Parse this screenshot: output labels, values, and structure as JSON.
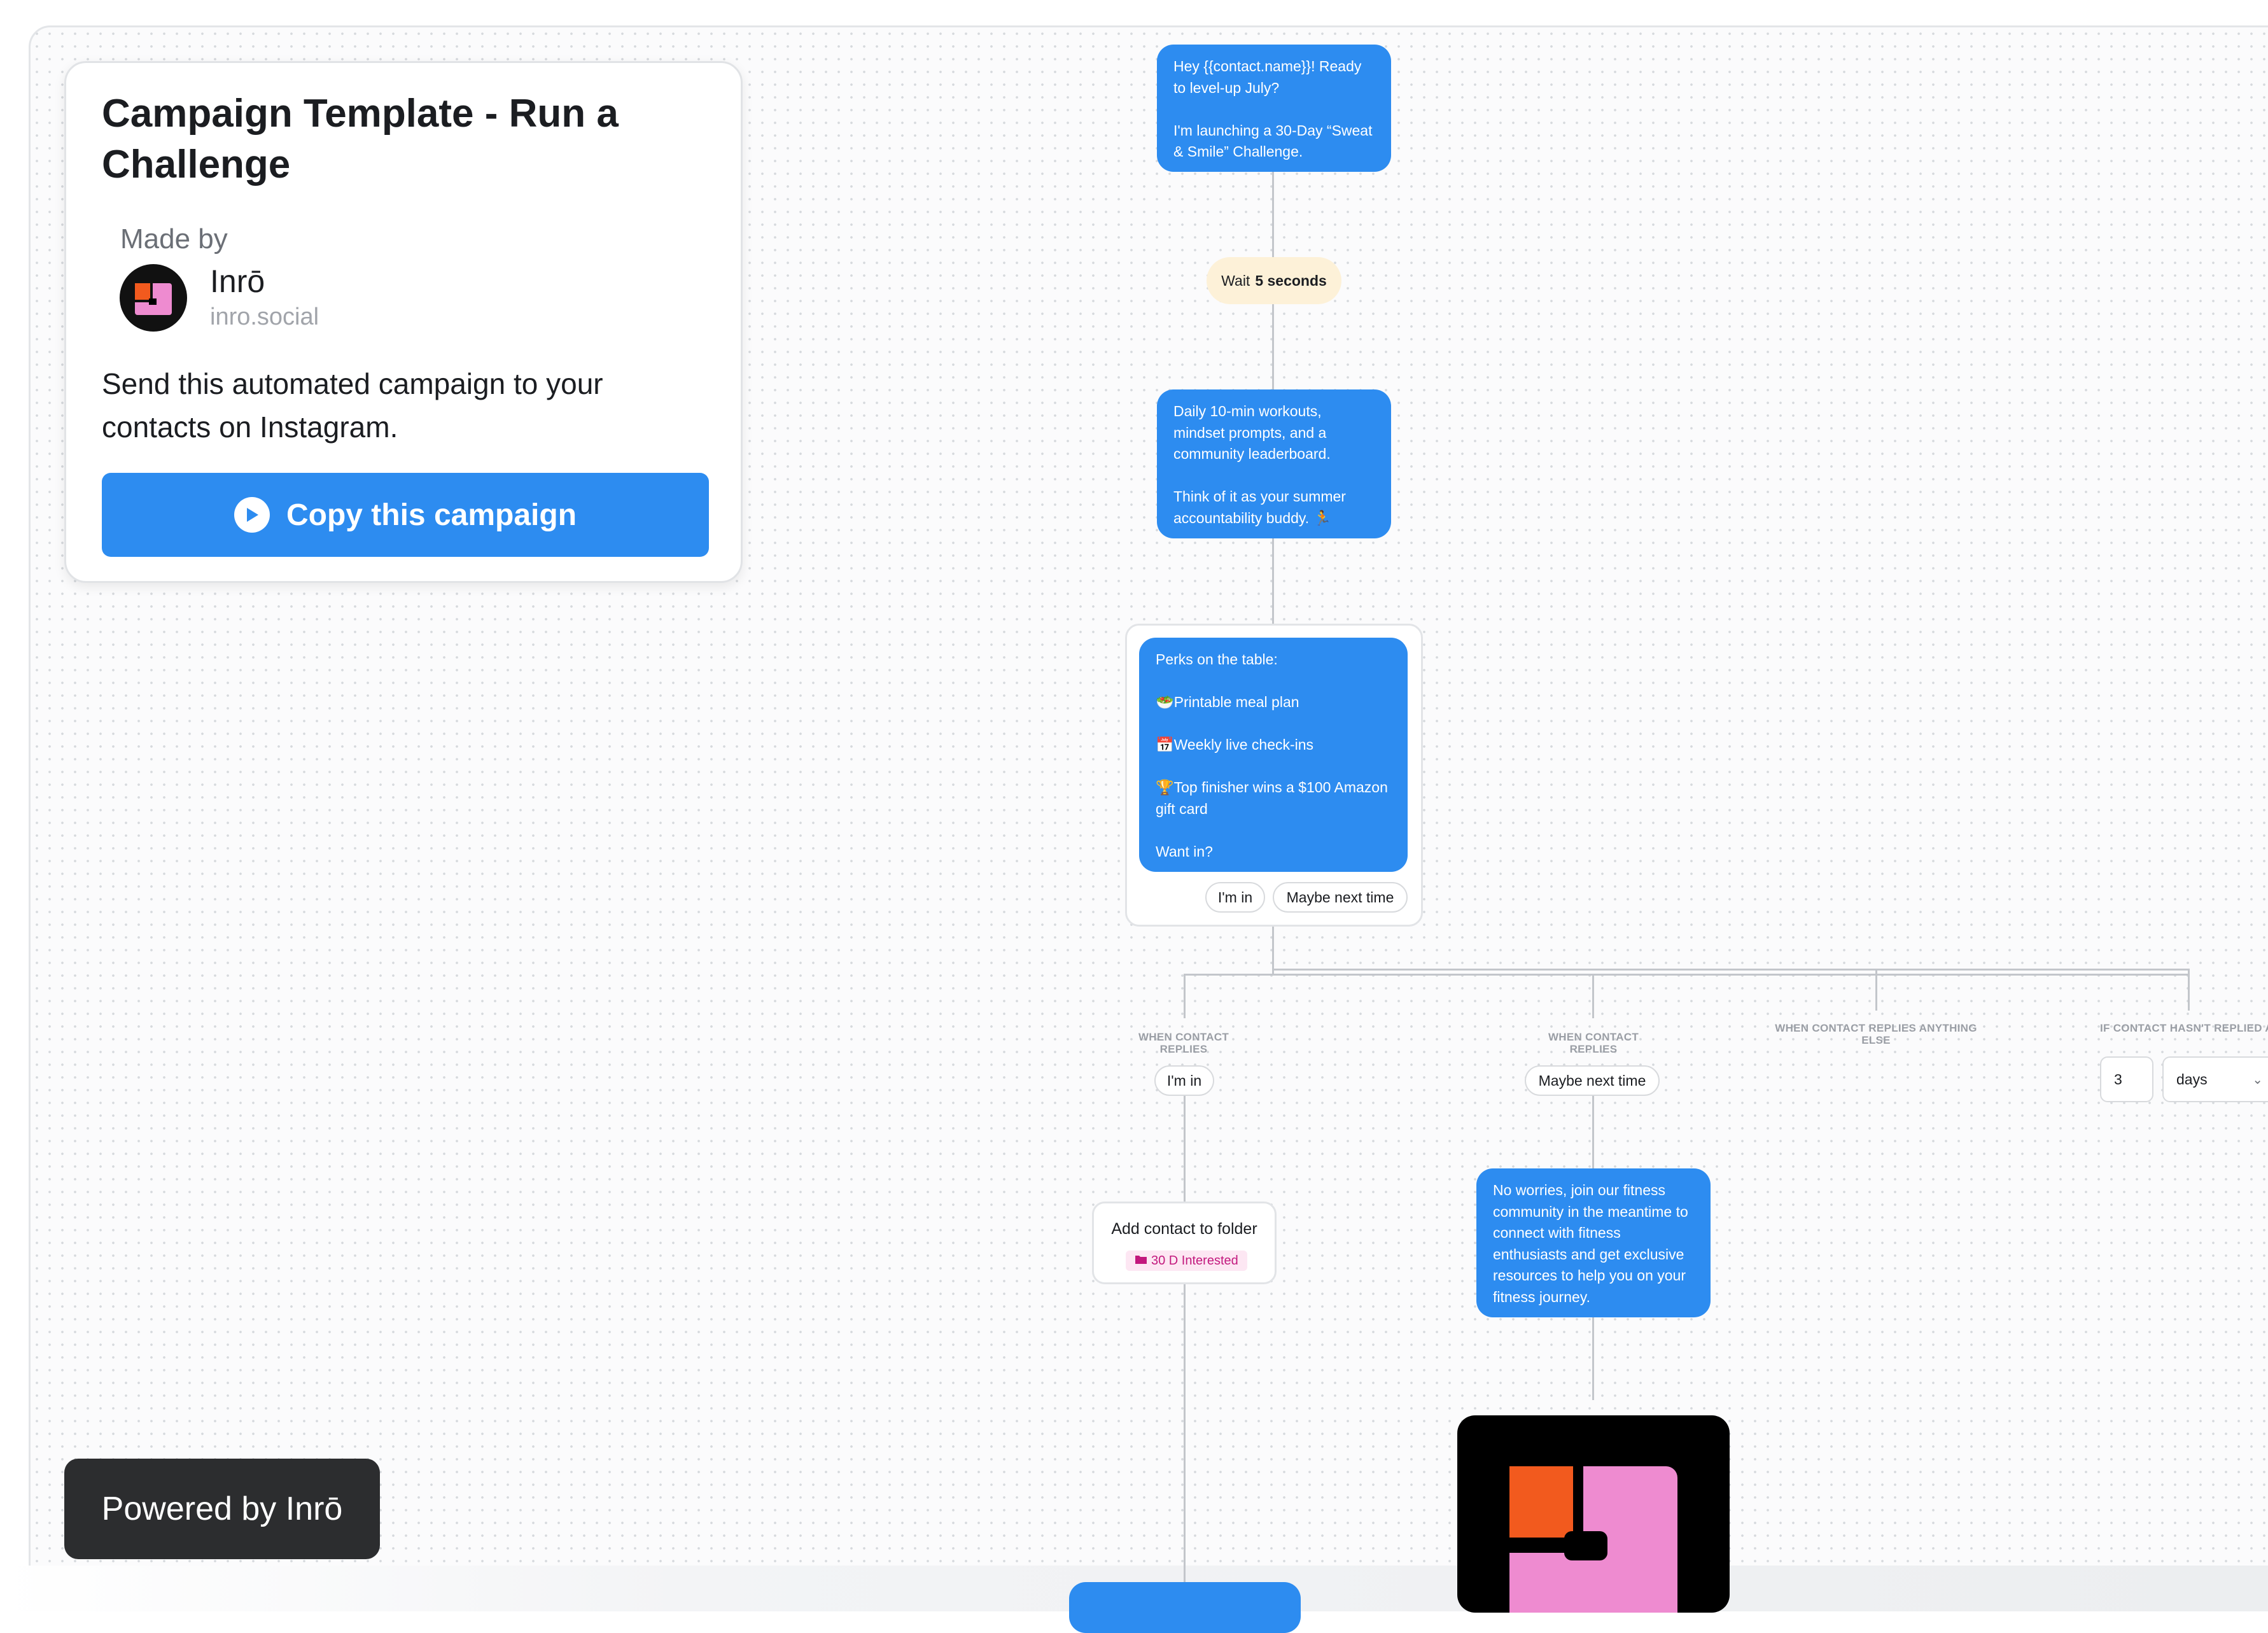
{
  "card": {
    "title": "Campaign Template - Run a Challenge",
    "made_by_label": "Made by",
    "brand_name": "Inrō",
    "brand_handle": "inro.social",
    "description": "Send this automated campaign to your contacts on Instagram.",
    "copy_button": "Copy this campaign"
  },
  "powered_by": "Powered by Inrō",
  "flow": {
    "message_1": "Hey {{contact.name}}! Ready to level-up July?\n\nI'm launching a 30-Day “Sweat & Smile” Challenge.",
    "wait": {
      "prefix": "Wait",
      "value": "5 seconds"
    },
    "message_2": "Daily 10-min workouts, mindset prompts, and a community leaderboard.\n\nThink of it as your summer accountability buddy. 🏃",
    "message_3": "Perks on the table:\n\n🥗Printable meal plan\n\n📅Weekly live check-ins\n\n🏆Top finisher wins a $100 Amazon gift card\n\nWant in?",
    "quick_replies": [
      "I'm in",
      "Maybe next time"
    ],
    "branches": [
      {
        "condition": "WHEN CONTACT REPLIES",
        "value": "I'm in"
      },
      {
        "condition": "WHEN CONTACT REPLIES",
        "value": "Maybe next time"
      },
      {
        "condition": "WHEN CONTACT REPLIES ANYTHING ELSE"
      },
      {
        "condition": "IF CONTACT HASN'T REPLIED AFTER",
        "amount": "3",
        "unit": "days"
      }
    ],
    "folder_action": {
      "title": "Add contact to folder",
      "tag": "30 D Interested"
    },
    "message_4": "No worries, join our fitness community in the meantime to connect with fitness enthusiasts and get exclusive resources to help you on your fitness journey."
  }
}
